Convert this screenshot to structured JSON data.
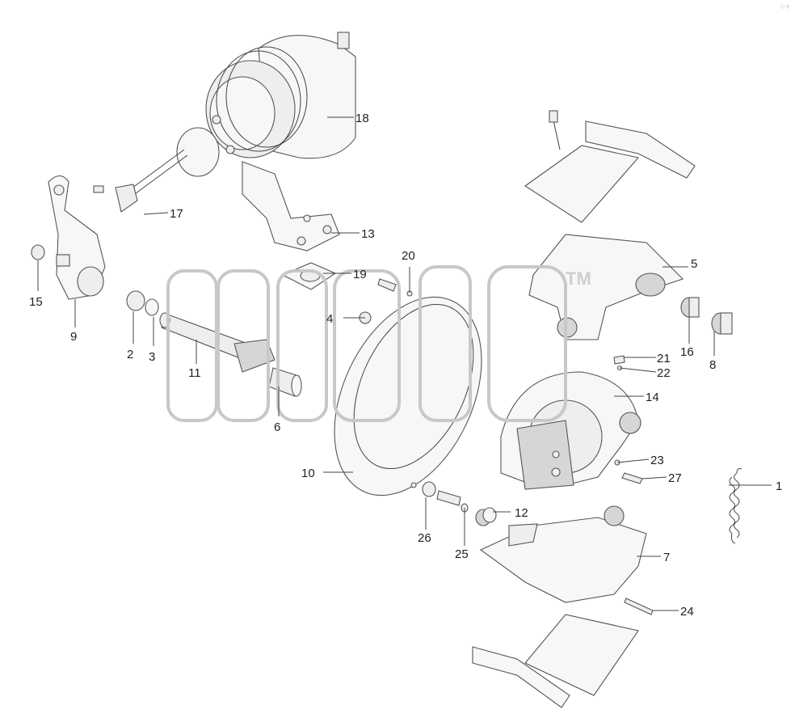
{
  "watermark": {
    "tm": "TM"
  },
  "corner_mark": "ⓒ ⓓ",
  "labels": [
    {
      "num": "1"
    },
    {
      "num": "2"
    },
    {
      "num": "3"
    },
    {
      "num": "4"
    },
    {
      "num": "5"
    },
    {
      "num": "6"
    },
    {
      "num": "7"
    },
    {
      "num": "8"
    },
    {
      "num": "9"
    },
    {
      "num": "10"
    },
    {
      "num": "11"
    },
    {
      "num": "12"
    },
    {
      "num": "13"
    },
    {
      "num": "14"
    },
    {
      "num": "15"
    },
    {
      "num": "16"
    },
    {
      "num": "17"
    },
    {
      "num": "18"
    },
    {
      "num": "19"
    },
    {
      "num": "20"
    },
    {
      "num": "21"
    },
    {
      "num": "22"
    },
    {
      "num": "23"
    },
    {
      "num": "24"
    },
    {
      "num": "25"
    },
    {
      "num": "26"
    },
    {
      "num": "27"
    }
  ]
}
